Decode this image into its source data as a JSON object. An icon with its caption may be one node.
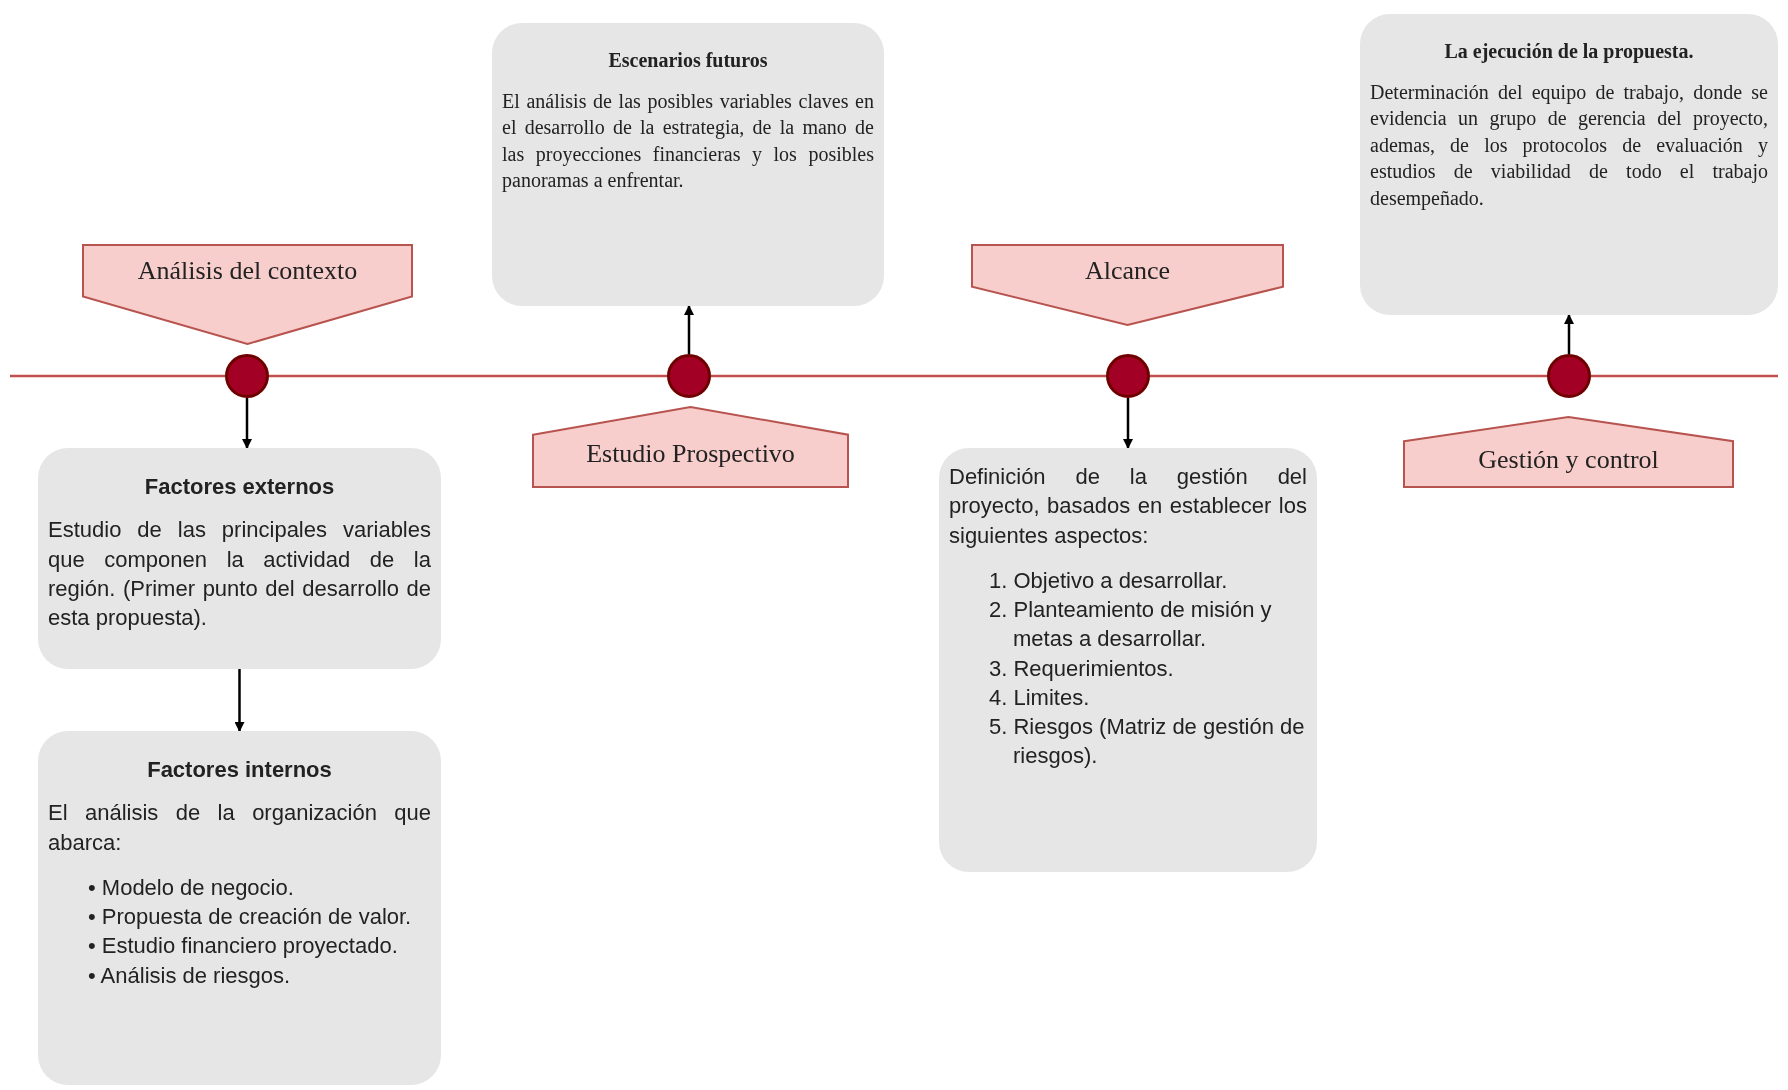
{
  "diagram": {
    "nodes": [
      {
        "text": [
          "Análisis del contexto"
        ]
      },
      {
        "text": [],
        "shape": "circle"
      },
      {
        "text": [
          "Factores externos",
          "Estudio de las principales variables que componen la actividad de la región. (Primer punto del desarrollo de esta propuesta)."
        ]
      },
      {
        "text": [
          "Factores internos",
          "El análisis de la organización que abarca:",
          "• Modelo de negocio.",
          "• Propuesta de creación de valor.",
          "• Estudio financiero proyectado.",
          "• Análisis de riesgos."
        ]
      },
      {
        "text": [
          "Escenarios futuros",
          "El análisis de las posibles variables claves en el desarrollo de la estrategia, de la mano de las proyecciones financieras y los posibles panoramas a enfrentar."
        ]
      },
      {
        "text": [],
        "shape": "circle"
      },
      {
        "text": [
          "Estudio Prospectivo"
        ]
      },
      {
        "text": [
          "Alcance"
        ]
      },
      {
        "text": [],
        "shape": "circle"
      },
      {
        "text": [
          "Definición de la gestión del proyecto, basados en establecer los siguientes aspectos:",
          "1. Objetivo a desarrollar.",
          "2. Planteamiento de misión y metas a desarrollar.",
          "3. Requerimientos.",
          "4. Limites.",
          "5. Riesgos (Matriz de gestión de riesgos)."
        ]
      },
      {
        "text": [
          "La ejecución de la propuesta.",
          "Determinación del equipo de trabajo, donde se evidencia un grupo de gerencia del proyecto, ademas, de los protocolos de evaluación y estudios de viabilidad de todo el trabajo desempeñado."
        ]
      },
      {
        "text": [],
        "shape": "circle"
      },
      {
        "text": [
          "Gestión y control"
        ]
      }
    ],
    "edges": [
      {
        "from": null,
        "to": 1,
        "arrow": "none",
        "color": "#c0504d"
      },
      {
        "from": 1,
        "to": 5,
        "arrow": "none",
        "color": "#c0504d"
      },
      {
        "from": 5,
        "to": 8,
        "arrow": "none",
        "color": "#c0504d"
      },
      {
        "from": 8,
        "to": 11,
        "arrow": "none",
        "color": "#c0504d"
      },
      {
        "from": 11,
        "to": null,
        "arrow": "none",
        "color": "#c0504d"
      },
      {
        "from": 1,
        "to": 2,
        "arrow": "to",
        "color": "#000000"
      },
      {
        "from": 2,
        "to": 3,
        "arrow": "to",
        "color": "#000000"
      },
      {
        "from": 5,
        "to": 4,
        "arrow": "to",
        "color": "#000000"
      },
      {
        "from": 8,
        "to": 9,
        "arrow": "to",
        "color": "#000000"
      },
      {
        "from": 11,
        "to": 10,
        "arrow": "to",
        "color": "#000000"
      }
    ]
  }
}
